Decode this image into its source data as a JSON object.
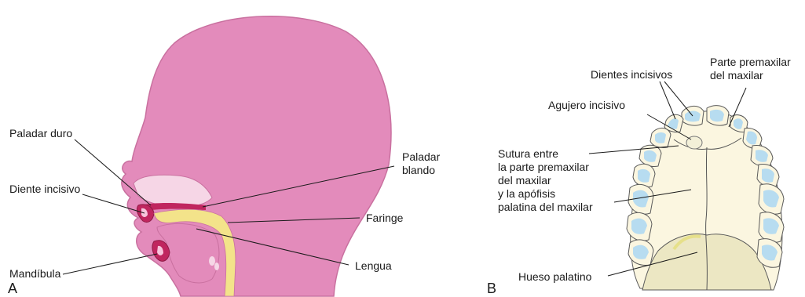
{
  "panels": {
    "a": {
      "letter": "A",
      "labels": {
        "paladar_duro": "Paladar duro",
        "diente_incisivo": "Diente incisivo",
        "mandibula": "Mandíbula",
        "paladar_blando_1": "Paladar",
        "paladar_blando_2": "blando",
        "faringe": "Faringe",
        "lengua": "Lengua"
      }
    },
    "b": {
      "letter": "B",
      "labels": {
        "dientes_incisivos": "Dientes incisivos",
        "parte_premaxilar_1": "Parte premaxilar",
        "parte_premaxilar_2": "del maxilar",
        "agujero_incisivo": "Agujero incisivo",
        "sutura_1": "Sutura entre",
        "sutura_2": "la parte premaxilar",
        "sutura_3": "del maxilar",
        "sutura_4": "y la apófisis",
        "sutura_5": "palatina del maxilar",
        "hueso_palatino": "Hueso palatino"
      }
    }
  },
  "colors": {
    "head": "#e38bbb",
    "head_outline": "#c9709f",
    "tissue_light": "#f6d6e6",
    "pharynx_yellow": "#f3e38a",
    "tooth_crimson": "#c0265f",
    "bone_cream": "#fbf6e0",
    "palatine": "#ece7c3",
    "enamel_blue": "#b7dcf0"
  }
}
